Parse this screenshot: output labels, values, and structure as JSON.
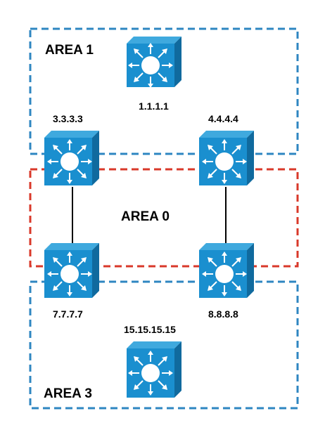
{
  "colors": {
    "area_blue": "#2E86C1",
    "area_red": "#D9382A",
    "router_front": "#1A8FCF",
    "router_top": "#3FA9DE",
    "router_side": "#106A9E",
    "link": "#000000"
  },
  "areas": {
    "area1": {
      "label": "AREA 1",
      "color": "blue"
    },
    "area0": {
      "label": "AREA 0",
      "color": "red"
    },
    "area3": {
      "label": "AREA 3",
      "color": "blue"
    }
  },
  "routers": {
    "r1": {
      "label": "1.1.1.1",
      "icon": "layer3-switch-icon"
    },
    "r3": {
      "label": "3.3.3.3",
      "icon": "layer3-switch-icon"
    },
    "r4": {
      "label": "4.4.4.4",
      "icon": "layer3-switch-icon"
    },
    "r7": {
      "label": "7.7.7.7",
      "icon": "layer3-switch-icon"
    },
    "r8": {
      "label": "8.8.8.8",
      "icon": "layer3-switch-icon"
    },
    "r15": {
      "label": "15.15.15.15",
      "icon": "layer3-switch-icon"
    }
  },
  "links": [
    {
      "from": "r3",
      "to": "r7"
    },
    {
      "from": "r4",
      "to": "r8"
    }
  ]
}
